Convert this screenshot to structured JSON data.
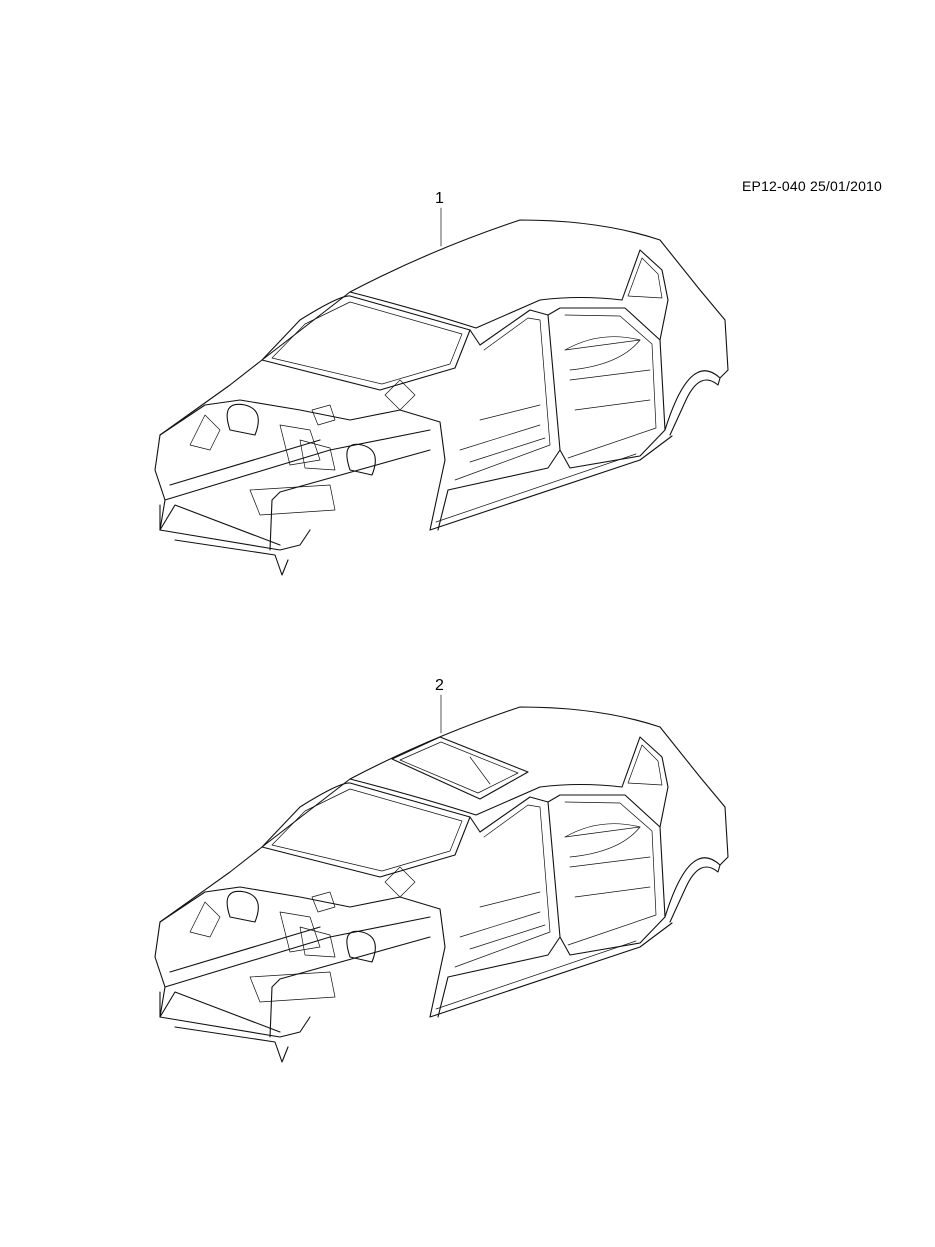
{
  "document_code": "EP12-040 25/01/2010",
  "figures": [
    {
      "callout": "1",
      "part": "body-shell-without-sunroof",
      "has_sunroof": false
    },
    {
      "callout": "2",
      "part": "body-shell-with-sunroof",
      "has_sunroof": true
    }
  ]
}
